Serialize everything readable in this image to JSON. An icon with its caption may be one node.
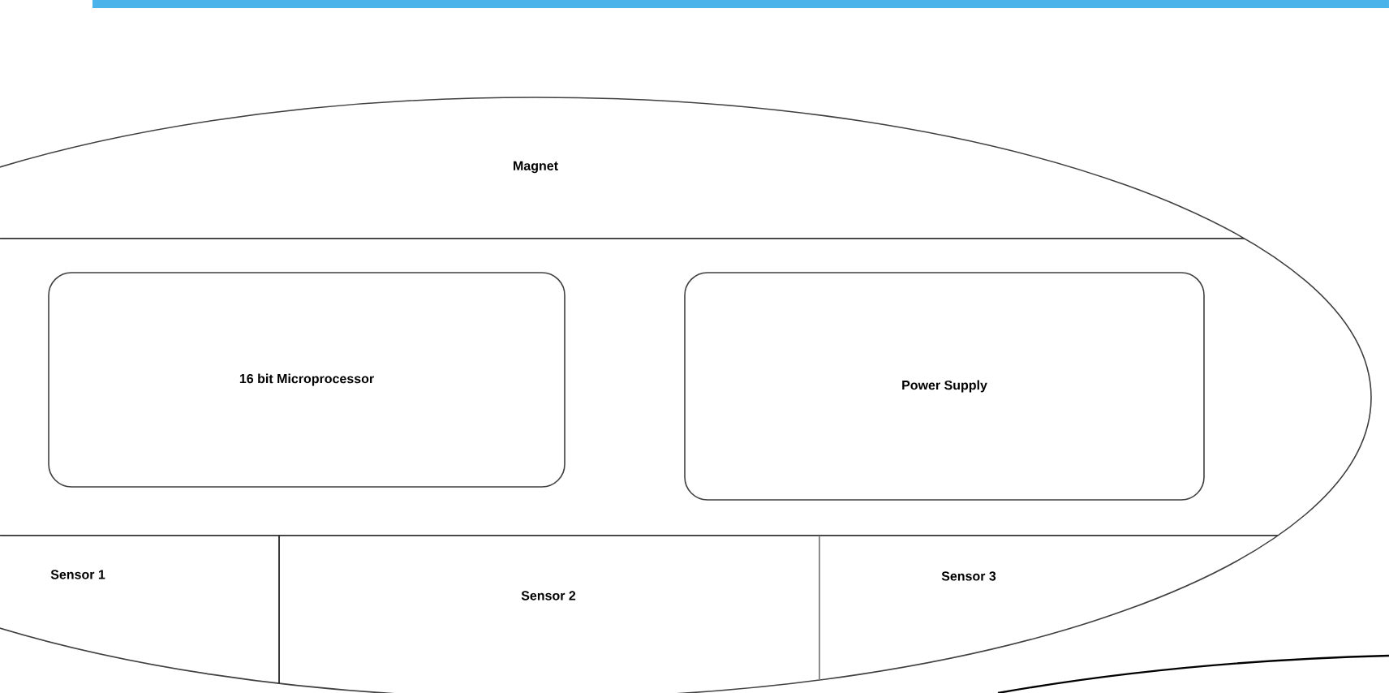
{
  "diagram": {
    "nodes": [
      {
        "text": [
          "Magnet"
        ]
      },
      {
        "text": [
          "16 bit Microprocessor"
        ]
      },
      {
        "text": [
          "Power Supply"
        ]
      },
      {
        "text": [
          "Sensor 1"
        ]
      },
      {
        "text": [
          "Sensor 2"
        ]
      },
      {
        "text": [
          "Sensor 3"
        ]
      }
    ],
    "edges": []
  }
}
